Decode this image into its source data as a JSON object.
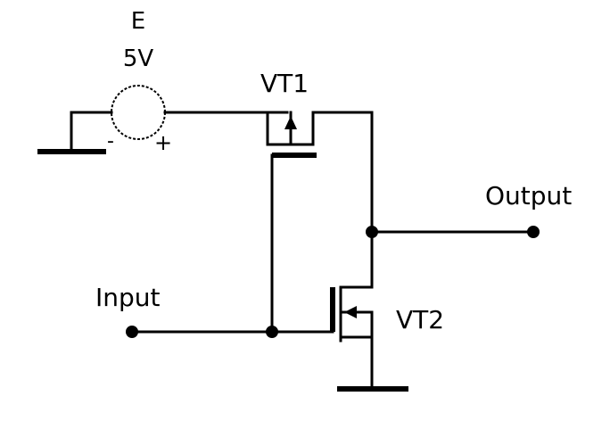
{
  "source": {
    "name": "E",
    "voltage": "5V",
    "minus_sign": "-",
    "plus_sign": "+"
  },
  "transistors": [
    {
      "label": "VT1"
    },
    {
      "label": "VT2"
    }
  ],
  "terminals": {
    "input": "Input",
    "output": "Output"
  },
  "colors": {
    "background": "#ffffff",
    "ink": "#000000"
  }
}
